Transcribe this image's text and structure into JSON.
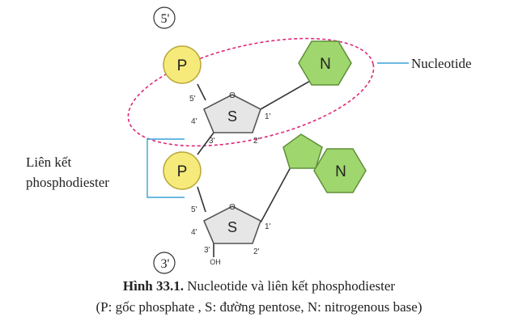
{
  "labels": {
    "end_top": "5'",
    "end_bottom": "3'",
    "phosphate": "P",
    "sugar": "S",
    "base": "N",
    "ring_oxygen": "O",
    "hydroxyl": "OH",
    "nucleotide": "Nucleotide",
    "bond_line1": "Liên kết",
    "bond_line2": "phosphodiester",
    "carbon_5": "5'",
    "carbon_4": "4'",
    "carbon_3": "3'",
    "carbon_2": "2'",
    "carbon_1": "1'"
  },
  "caption": {
    "figure_label": "Hình 33.1.",
    "figure_title": " Nucleotide và liên kết phosphodiester",
    "legend": "(P: gốc phosphate , S: đường pentose, N: nitrogenous base)"
  },
  "colors": {
    "phosphate_fill": "#f5ea7a",
    "phosphate_stroke": "#b9a83a",
    "sugar_fill": "#e6e6e6",
    "sugar_stroke": "#555555",
    "base_fill": "#9fd66d",
    "base_stroke": "#5f8f3a",
    "ellipse_stroke": "#e0287a",
    "bracket_stroke": "#3aa0d8"
  }
}
